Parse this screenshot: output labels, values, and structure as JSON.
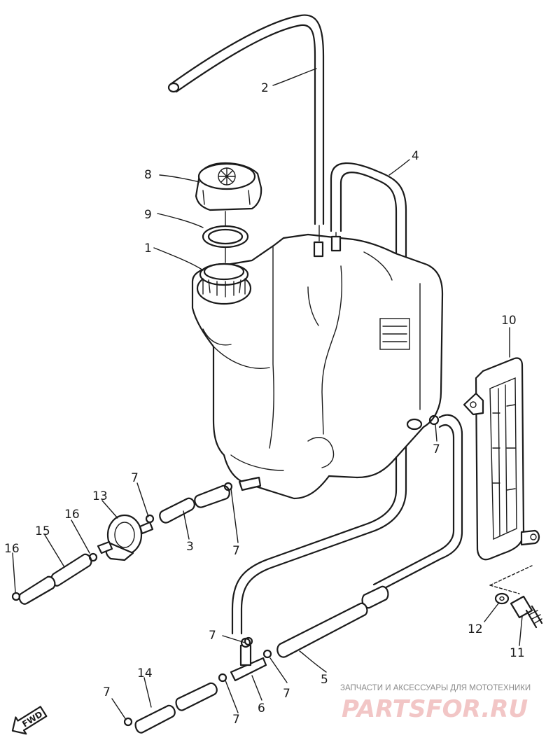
{
  "parts": [
    {
      "id": "1",
      "label": "1"
    },
    {
      "id": "2",
      "label": "2"
    },
    {
      "id": "3",
      "label": "3"
    },
    {
      "id": "4",
      "label": "4"
    },
    {
      "id": "5",
      "label": "5"
    },
    {
      "id": "6",
      "label": "6"
    },
    {
      "id": "7",
      "label": "7"
    },
    {
      "id": "8",
      "label": "8"
    },
    {
      "id": "9",
      "label": "9"
    },
    {
      "id": "10",
      "label": "10"
    },
    {
      "id": "11",
      "label": "11"
    },
    {
      "id": "12",
      "label": "12"
    },
    {
      "id": "13",
      "label": "13"
    },
    {
      "id": "14",
      "label": "14"
    },
    {
      "id": "15",
      "label": "15"
    },
    {
      "id": "16",
      "label": "16"
    }
  ],
  "direction_marker": "FWD",
  "watermark": {
    "tagline": "ЗАПЧАСТИ И АКСЕССУАРЫ ДЛЯ МОТОТЕХНИКИ",
    "brand": "PARTSFOR.RU"
  }
}
